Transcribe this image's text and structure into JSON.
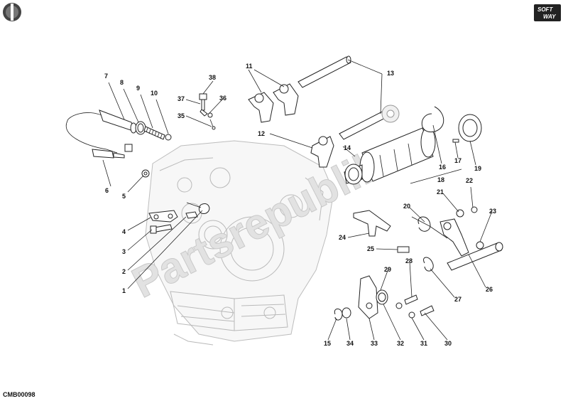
{
  "diagram": {
    "code": "CMB00098",
    "watermark": "Partsrepublik",
    "logo": {
      "line1": "SOFT",
      "line2": "WAY"
    },
    "callouts": [
      "1",
      "2",
      "3",
      "4",
      "5",
      "6",
      "7",
      "8",
      "9",
      "10",
      "11",
      "12",
      "13",
      "14",
      "15",
      "16",
      "17",
      "18",
      "19",
      "20",
      "21",
      "22",
      "23",
      "24",
      "25",
      "26",
      "27",
      "28",
      "29",
      "30",
      "31",
      "32",
      "33",
      "34",
      "35",
      "36",
      "37",
      "38"
    ]
  }
}
